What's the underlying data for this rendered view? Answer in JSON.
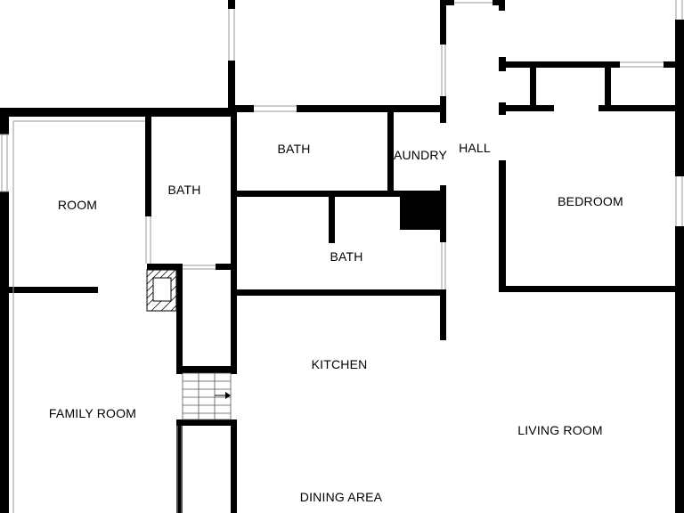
{
  "plan": {
    "wall_color": "#000000",
    "background_color": "#ffffff",
    "rooms": {
      "bath_upper": "BATH",
      "laundry": "LAUNDRY",
      "hall": "HALL",
      "room": "ROOM",
      "bath_left": "BATH",
      "bedroom": "BEDROOM",
      "bath_middle": "BATH",
      "kitchen": "KITCHEN",
      "family_room": "FAMILY ROOM",
      "living_room": "LIVING ROOM",
      "dining_area": "DINING AREA"
    },
    "icons": [
      "fireplace-icon",
      "stairs-icon",
      "stairs-arrow-icon"
    ]
  }
}
